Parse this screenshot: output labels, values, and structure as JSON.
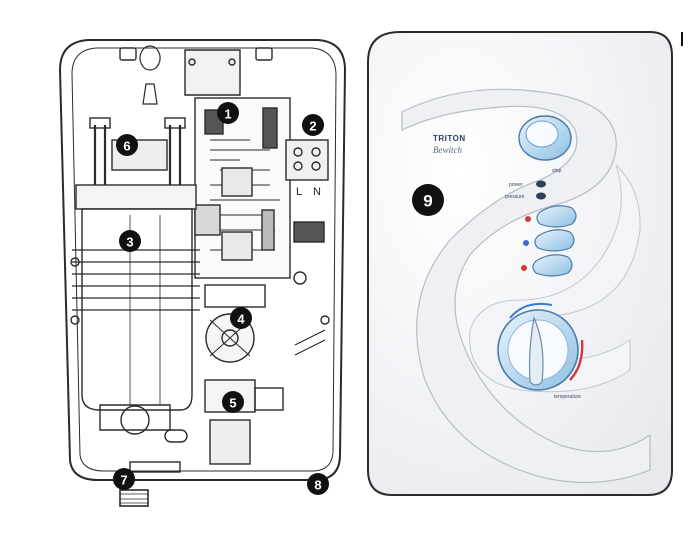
{
  "left_panel": {
    "terminal_labels": [
      "L",
      "N"
    ]
  },
  "callouts": [
    {
      "number": "1"
    },
    {
      "number": "2"
    },
    {
      "number": "3"
    },
    {
      "number": "4"
    },
    {
      "number": "5"
    },
    {
      "number": "6"
    },
    {
      "number": "7"
    },
    {
      "number": "8"
    },
    {
      "number": "9"
    }
  ],
  "right_panel": {
    "brand": "TRITON",
    "model": "Bewitch",
    "button_labels": [
      "stop",
      "power",
      "pressure",
      "temperature"
    ],
    "colors": {
      "cover": "#f7f8fa",
      "accent_blue": "#9cc8e8",
      "accent_red": "#d23a3a",
      "outline": "#2b2b2b"
    }
  }
}
